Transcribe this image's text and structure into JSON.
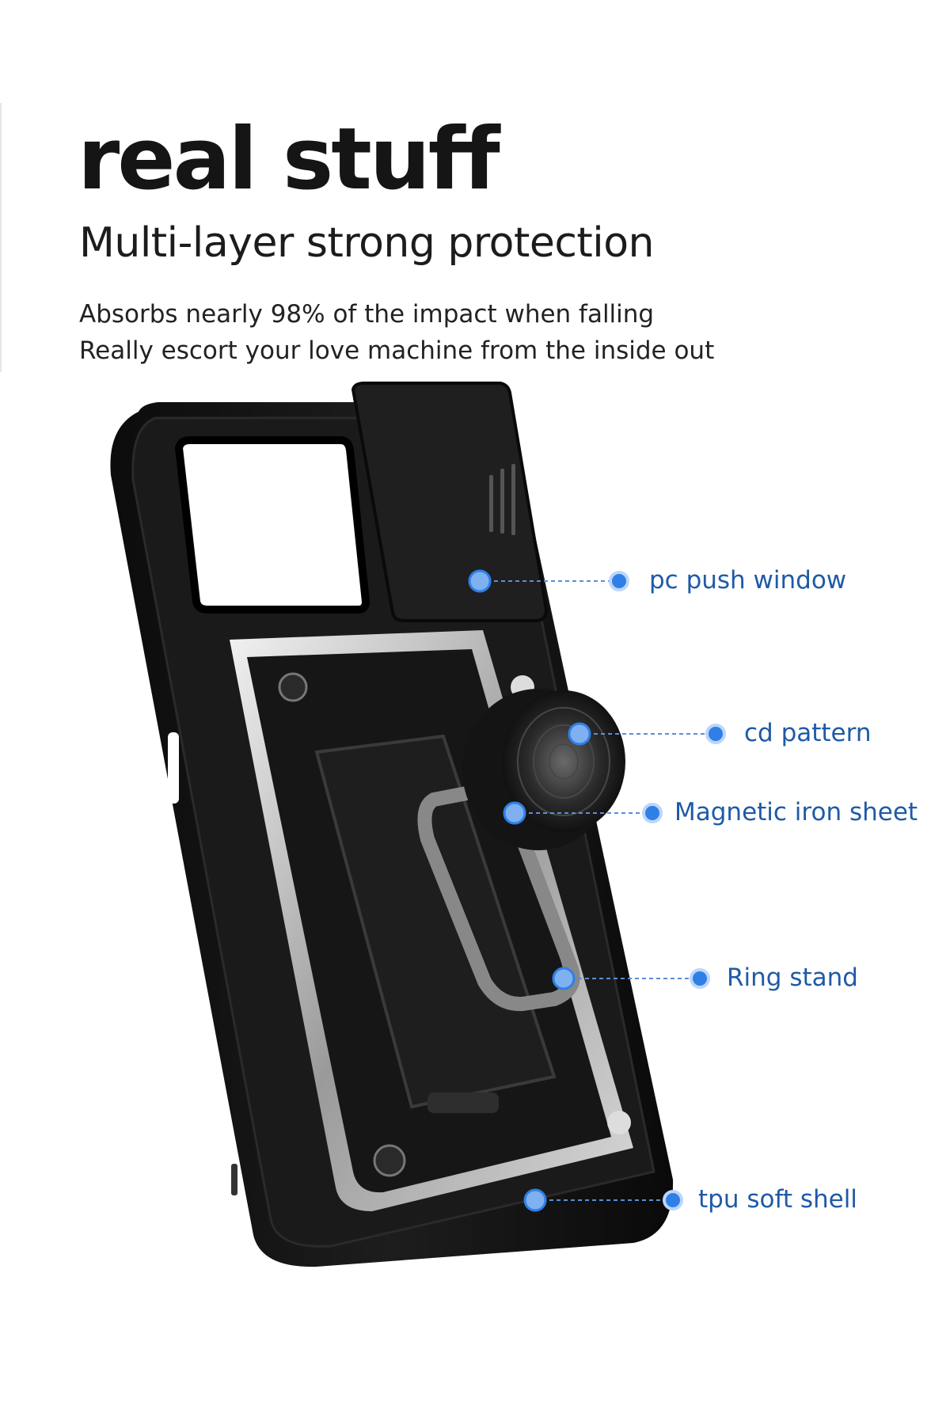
{
  "header": {
    "title": "real stuff",
    "subtitle": "Multi-layer strong protection",
    "description": [
      "Absorbs nearly 98% of the impact when falling",
      "Really escort your love machine from the inside out"
    ]
  },
  "callouts": [
    {
      "label": "pc push window"
    },
    {
      "label": "cd pattern"
    },
    {
      "label": "Magnetic iron sheet"
    },
    {
      "label": "Ring stand"
    },
    {
      "label": "tpu soft shell"
    }
  ],
  "colors": {
    "accent": "#2f7fe6",
    "label": "#1f5aa6",
    "case": "#141414",
    "armor": "#c9c9c9"
  }
}
